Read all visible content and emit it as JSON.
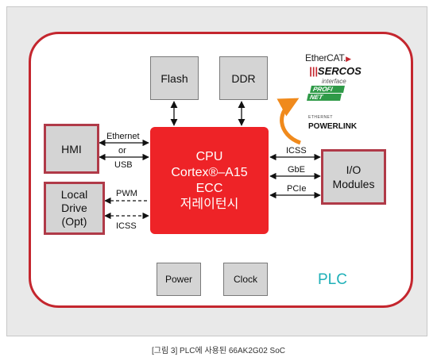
{
  "blocks": {
    "flash": "Flash",
    "ddr": "DDR",
    "hmi": "HMI",
    "local_drive": [
      "Local",
      "Drive",
      "(Opt)"
    ],
    "io_modules": [
      "I/O",
      "Modules"
    ],
    "power": "Power",
    "clock": "Clock",
    "plc": "PLC"
  },
  "cpu": {
    "line1": "CPU",
    "line2": "Cortex®–A15",
    "line3": "ECC",
    "line4": "저레이턴시"
  },
  "links": {
    "hmi": [
      "Ethernet",
      "or",
      "USB"
    ],
    "pwm": "PWM",
    "icss_left": "ICSS",
    "icss_right": "ICSS",
    "gbe": "GbE",
    "pcie": "PCIe"
  },
  "protocols": {
    "ethercat": "EtherCAT.",
    "sercos": "SERCOS",
    "sercos_sub": "interface",
    "profinet": [
      "PROFI",
      "NET"
    ],
    "powerlink_top": "ETHERNET",
    "powerlink": "POWERLINK"
  },
  "caption": "[그림 3] PLC에 사용된 66AK2G02 SoC",
  "colors": {
    "border_red": "#c4262e",
    "cpu_red": "#ee2327",
    "plc_teal": "#1fb0b8",
    "arrow_orange": "#f08a1c"
  }
}
